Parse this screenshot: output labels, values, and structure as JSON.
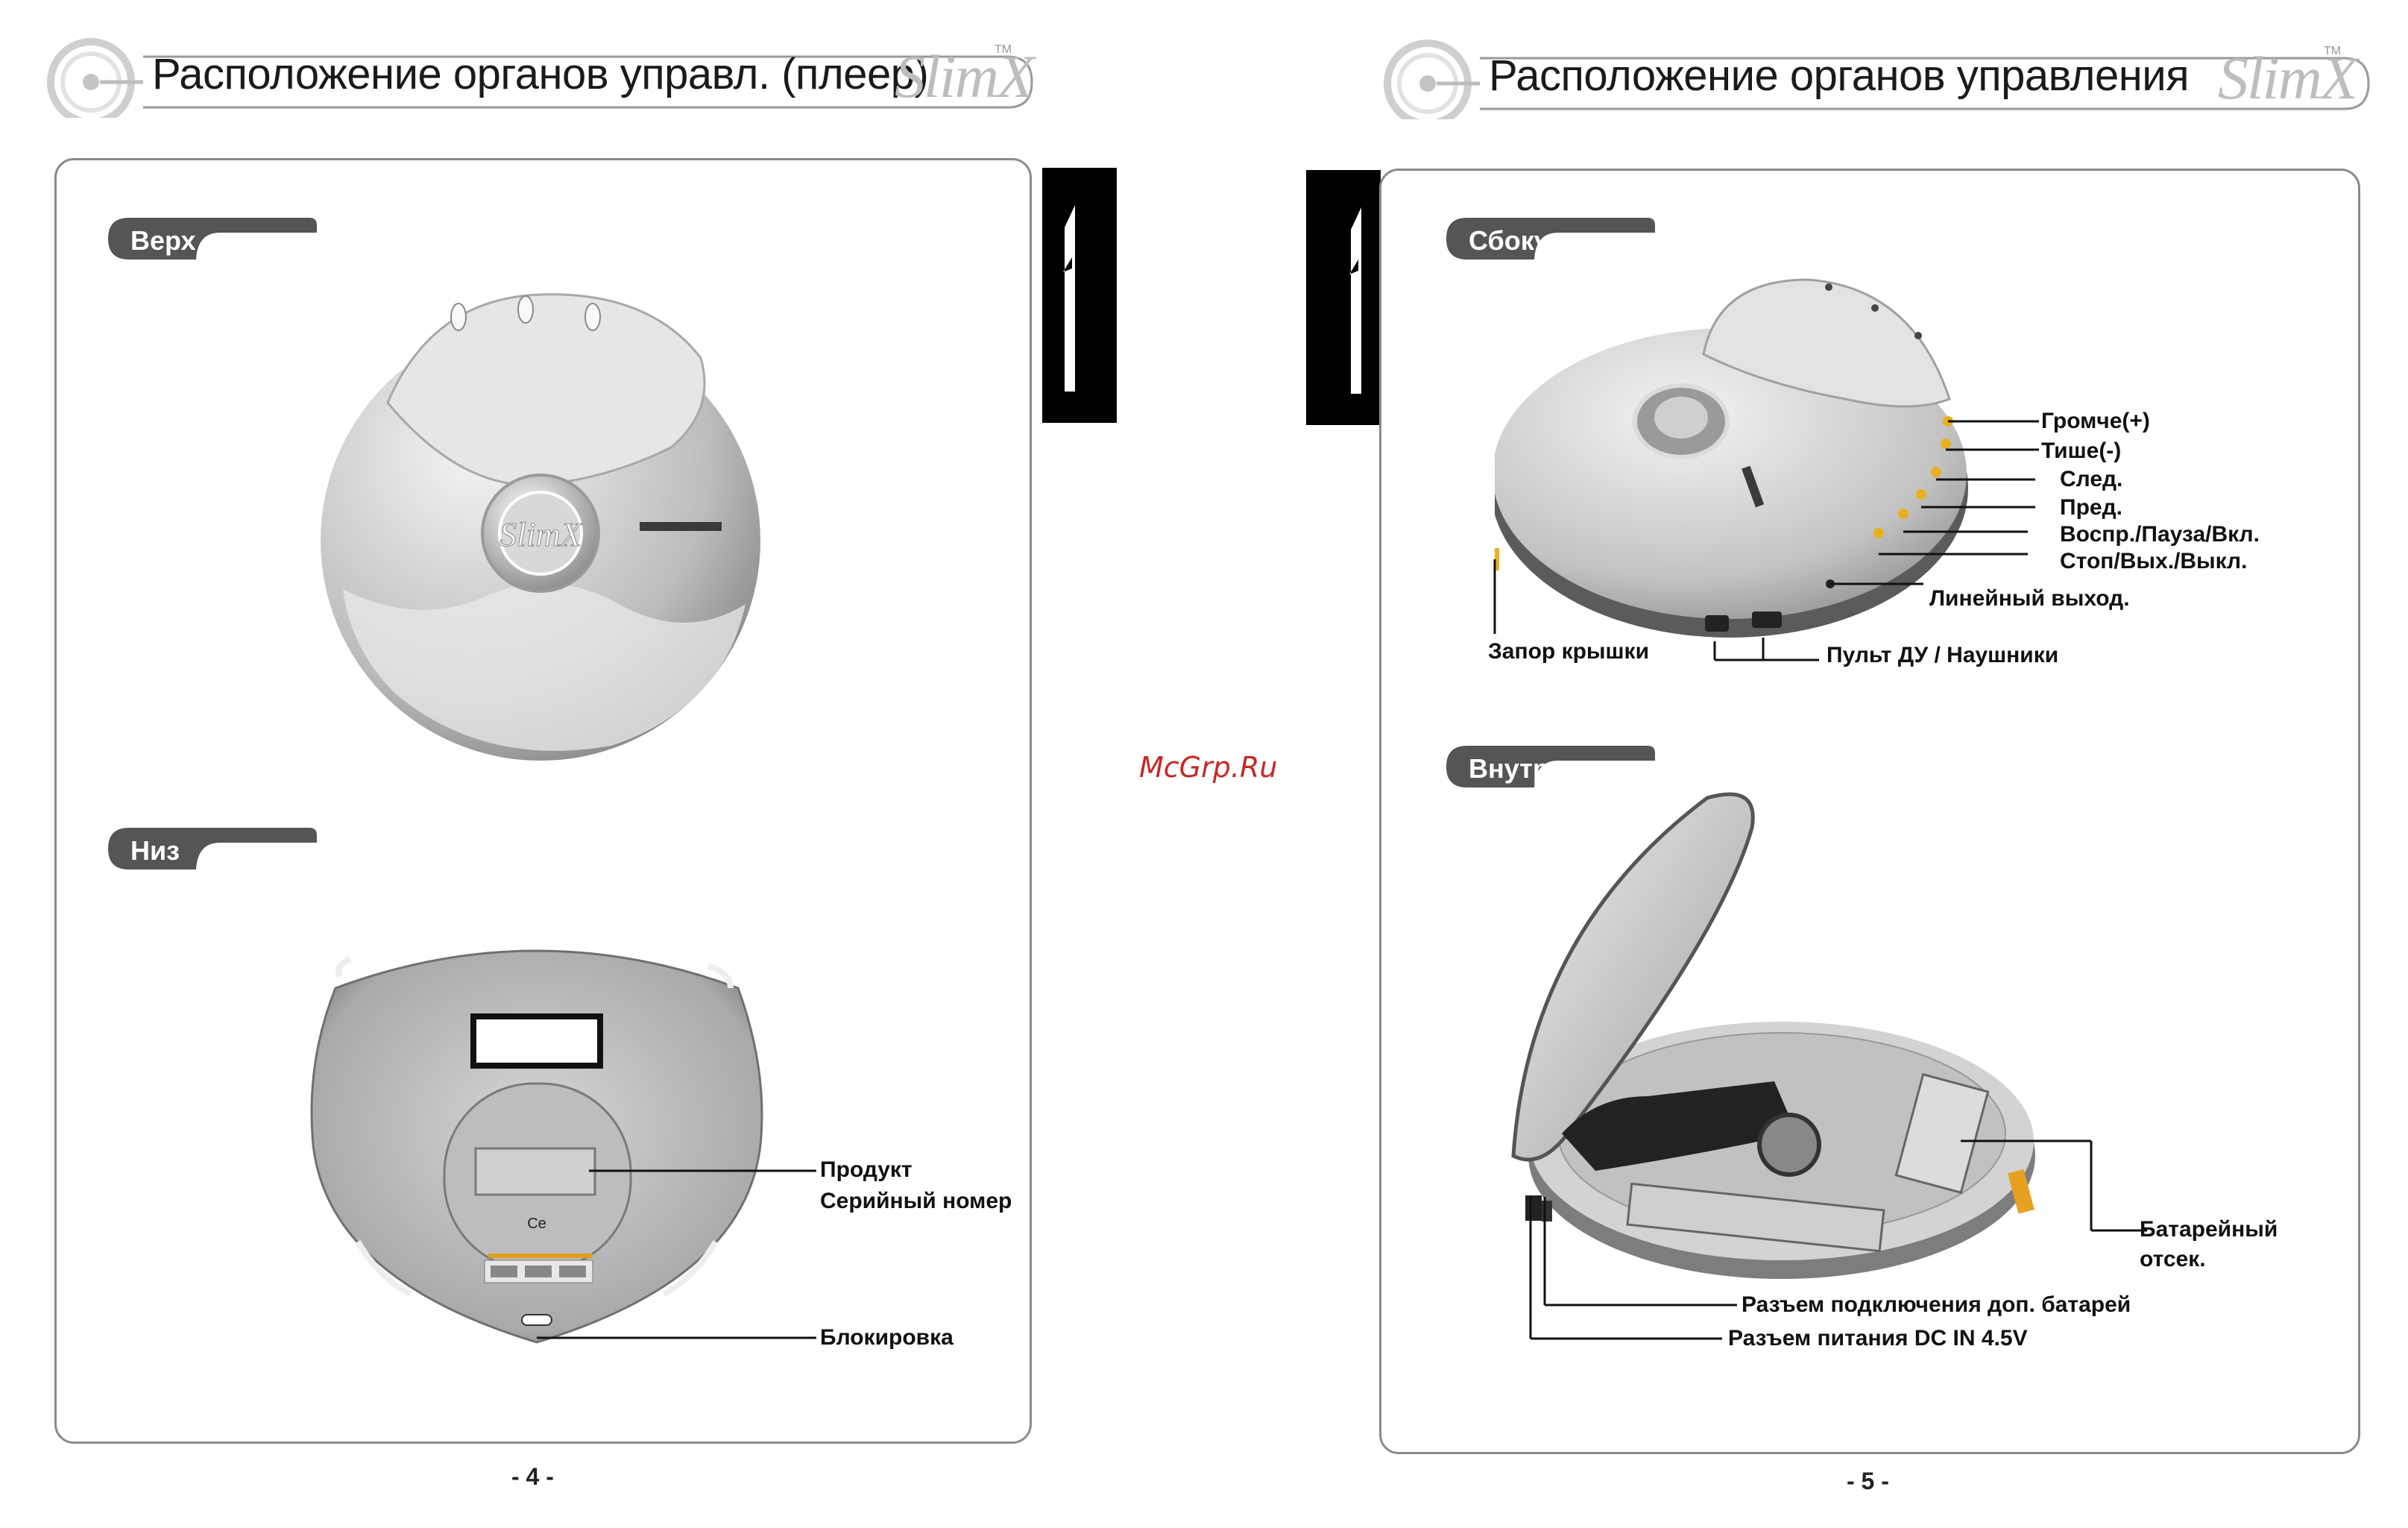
{
  "left_page": {
    "header_title": "Расположение органов управл. (плеер)",
    "logo_text": "SlimX",
    "logo_tm": "TM",
    "top_tab": "Верх",
    "bottom_tab": "Низ",
    "device_logo": "SlimX",
    "brand_mark": "Ce",
    "labels": {
      "product": "Продукт",
      "serial": "Серийный номер",
      "lock": "Блокировка"
    },
    "page_number": "- 4 -"
  },
  "right_page": {
    "header_title": "Расположение органов управления",
    "logo_text": "SlimX",
    "logo_tm": "TM",
    "side_tab": "Сбоку",
    "inside_tab": "Внутри",
    "labels": {
      "vol_up": "Громче(+)",
      "vol_down": "Тише(-)",
      "next": "След.",
      "prev": "Пред.",
      "play": "Воспр./Пауза/Вкл.",
      "stop": "Стоп/Вых./Выкл.",
      "line_out": "Линейный выход.",
      "lid_lock": "Запор крышки",
      "remote": "Пульт ДУ / Наушники",
      "battery_1": "Батарейный",
      "battery_2": "отсек.",
      "ext_battery": "Разъем подключения доп. батарей",
      "dc_in": "Разъем питания DC IN 4.5V"
    },
    "page_number": "- 5 -"
  },
  "watermark": "McGrp.Ru",
  "colors": {
    "tab": "#555555",
    "chapter_bar": "#000000",
    "button_accent": "#e8b020",
    "watermark": "#c62828"
  }
}
